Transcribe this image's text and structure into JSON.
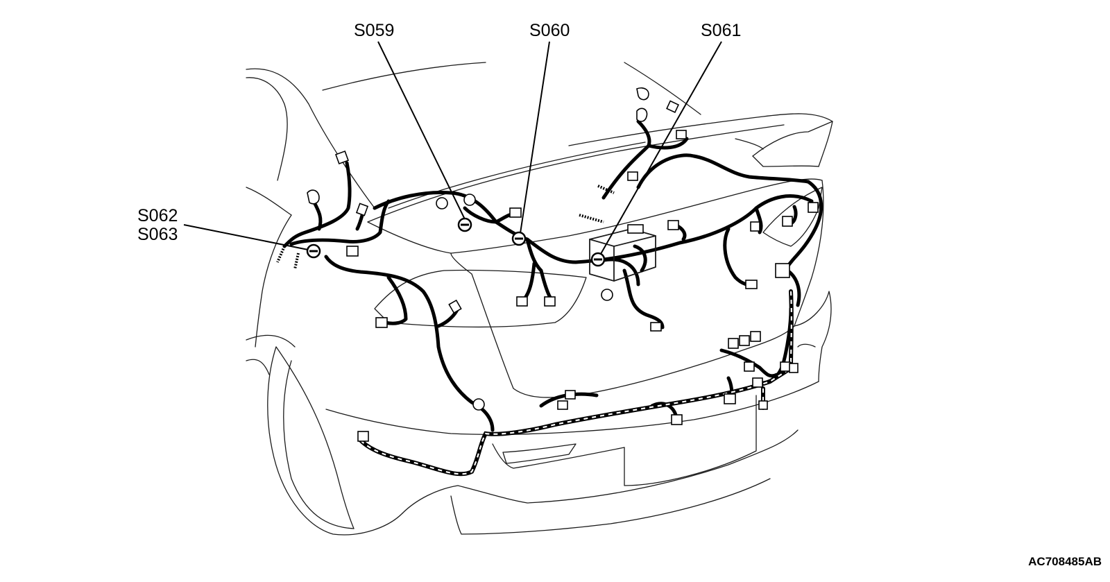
{
  "splice_labels": {
    "s059": "S059",
    "s060": "S060",
    "s061": "S061",
    "s062": "S062",
    "s063": "S063"
  },
  "figure_code": "AC708485AB"
}
